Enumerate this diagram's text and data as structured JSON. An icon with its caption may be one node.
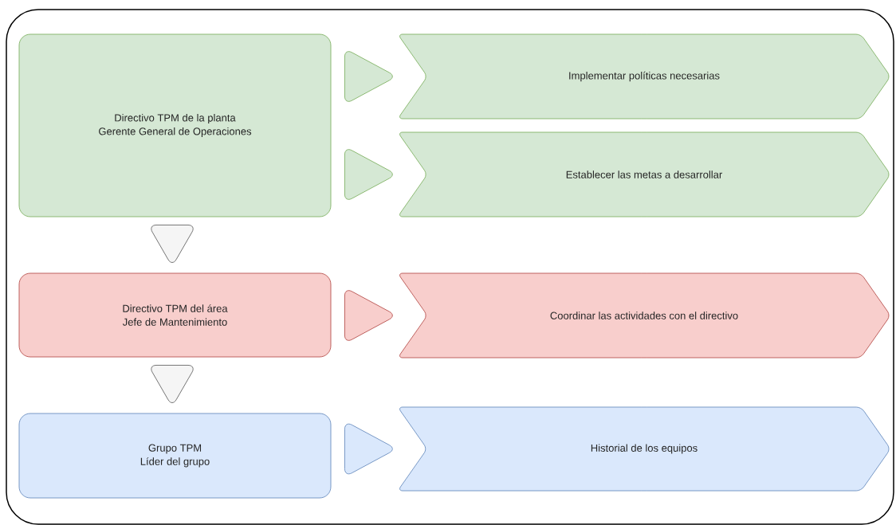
{
  "diagram": {
    "nodes": [
      {
        "text": [
          "Directivo TPM de la planta",
          "Gerente General de Operaciones"
        ]
      },
      {
        "text": [
          "Implementar políticas necesarias"
        ]
      },
      {
        "text": [
          "Establecer las metas a desarrollar"
        ]
      },
      {
        "text": [
          "Directivo TPM del área",
          "Jefe de Mantenimiento"
        ]
      },
      {
        "text": [
          "Coordinar las actividades con el directivo"
        ]
      },
      {
        "text": [
          "Grupo TPM",
          "Líder del grupo"
        ]
      },
      {
        "text": [
          "Historial de los equipos"
        ]
      }
    ],
    "edges": [
      {
        "from": 0,
        "to": 1,
        "arrow": "to",
        "color": "#82b366"
      },
      {
        "from": 0,
        "to": 2,
        "arrow": "to",
        "color": "#82b366"
      },
      {
        "from": 0,
        "to": 3,
        "arrow": "to",
        "color": "#666666"
      },
      {
        "from": 3,
        "to": 4,
        "arrow": "to",
        "color": "#b85450"
      },
      {
        "from": 3,
        "to": 5,
        "arrow": "to",
        "color": "#666666"
      },
      {
        "from": 5,
        "to": 6,
        "arrow": "to",
        "color": "#6c8ebf"
      }
    ]
  }
}
